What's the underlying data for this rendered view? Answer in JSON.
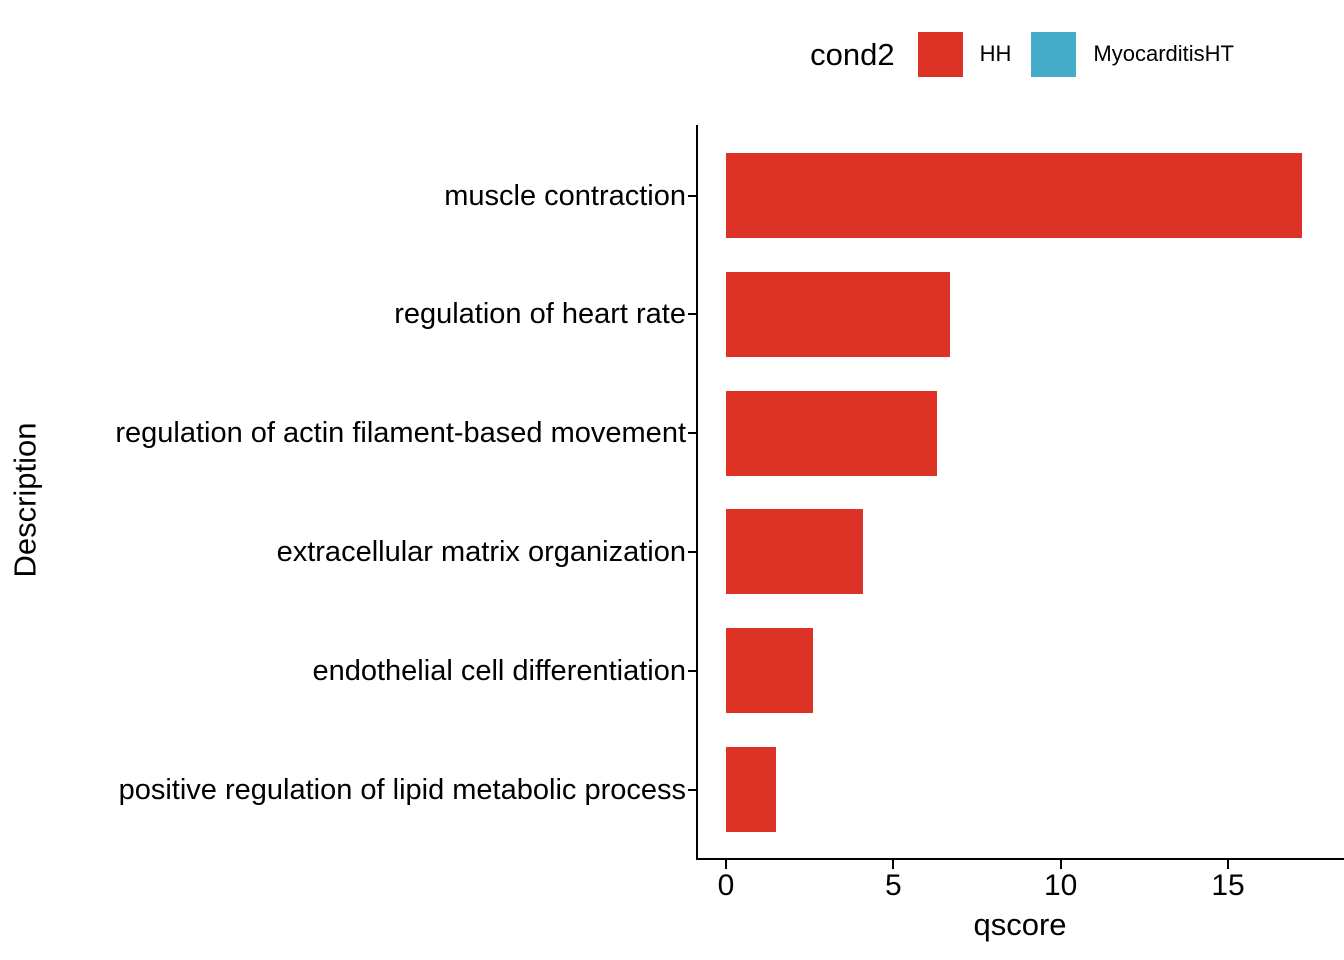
{
  "figure": {
    "background": "#ffffff",
    "axis_color": "#000000",
    "text_color": "#000000"
  },
  "legend": {
    "title": "cond2",
    "items": [
      {
        "label": "HH",
        "color": "#DD3327"
      },
      {
        "label": "MyocarditisHT",
        "color": "#44ABC9"
      }
    ]
  },
  "chart_data": {
    "type": "bar",
    "orientation": "horizontal",
    "title": "",
    "xlabel": "qscore",
    "ylabel": "Description",
    "categories": [
      "muscle contraction",
      "regulation of heart rate",
      "regulation of actin filament-based movement",
      "extracellular matrix organization",
      "endothelial cell differentiation",
      "positive regulation of lipid metabolic process"
    ],
    "series": [
      {
        "name": "HH",
        "color": "#DD3327",
        "values": [
          17.2,
          6.7,
          6.3,
          4.1,
          2.6,
          1.5
        ]
      }
    ],
    "x_ticks": [
      0,
      5,
      10,
      15
    ],
    "xlim": [
      0,
      18.4
    ],
    "grid": false,
    "legend_position": "top-right",
    "legend_title": "cond2",
    "legend_entries": [
      "HH",
      "MyocarditisHT"
    ]
  }
}
